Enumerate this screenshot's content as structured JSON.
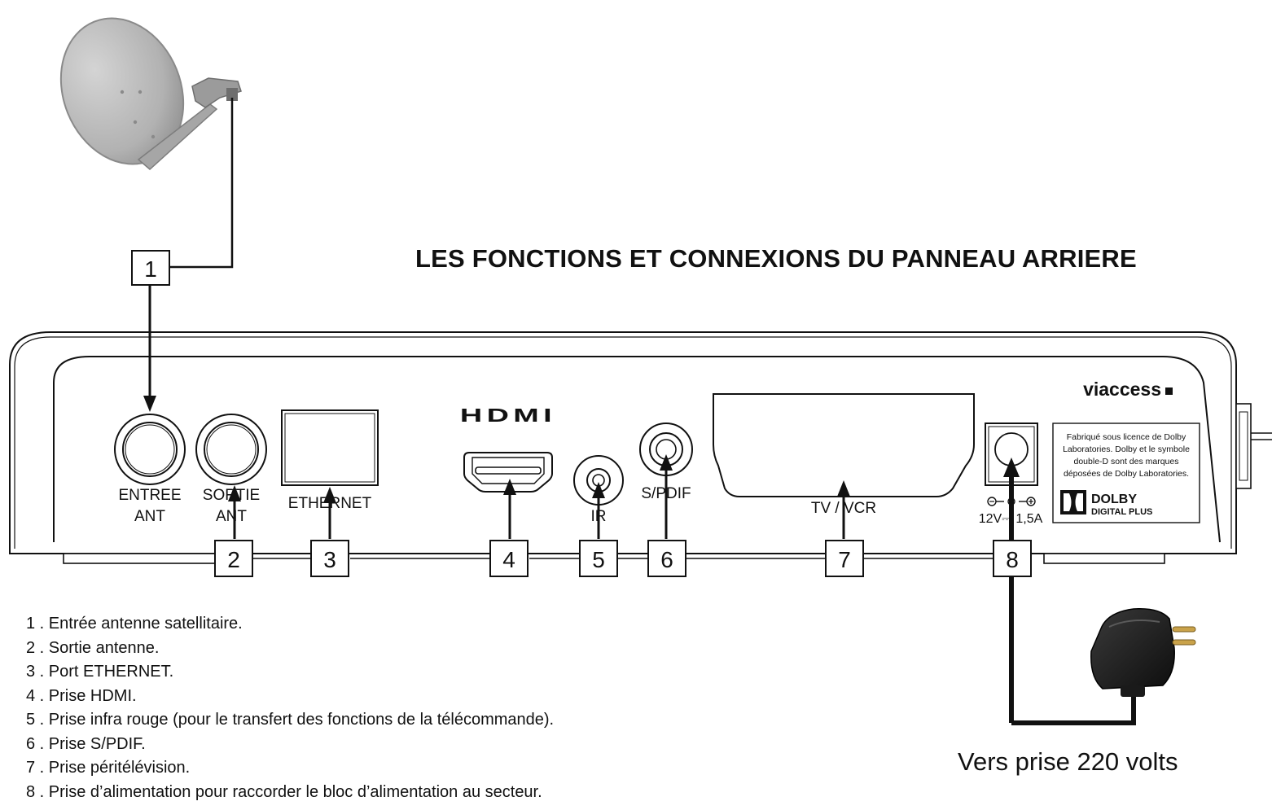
{
  "diagram": {
    "title": "LES FONCTIONS ET CONNEXIONS DU PANNEAU ARRIERE",
    "brand": "viaccess",
    "panel_labels": {
      "entree_line1": "ENTREE",
      "entree_line2": "ANT",
      "sortie_line1": "SORTIE",
      "sortie_line2": "ANT",
      "ethernet": "ETHERNET",
      "hdmi_logo": "HDMI",
      "ir": "IR",
      "spdif": "S/PDIF",
      "tv_vcr": "TV / VCR",
      "power_rating": "12V⎓ 1,5A"
    },
    "dolby_notice": {
      "line1": "Fabriqué sous licence de Dolby",
      "line2": "Laboratories. Dolby et le symbole",
      "line3": "double-D sont des marques",
      "line4": "déposées de Dolby Laboratories.",
      "logo_main": "DOLBY",
      "logo_sub": "DIGITAL PLUS"
    },
    "callouts": [
      "1",
      "2",
      "3",
      "4",
      "5",
      "6",
      "7",
      "8"
    ],
    "legend": [
      "1 . Entrée antenne satellitaire.",
      "2 . Sortie antenne.",
      "3 . Port ETHERNET.",
      "4 . Prise HDMI.",
      "5 . Prise infra rouge (pour le transfert des fonctions de la télécommande).",
      "6 . Prise S/PDIF.",
      "7 . Prise péritélévision.",
      "8 . Prise d’alimentation pour raccorder le bloc d’alimentation au secteur."
    ],
    "power_caption": "Vers prise 220 volts",
    "colors": {
      "ink": "#111111",
      "dish": "#b8b8b8",
      "adapter": "#1c1c1c"
    }
  }
}
